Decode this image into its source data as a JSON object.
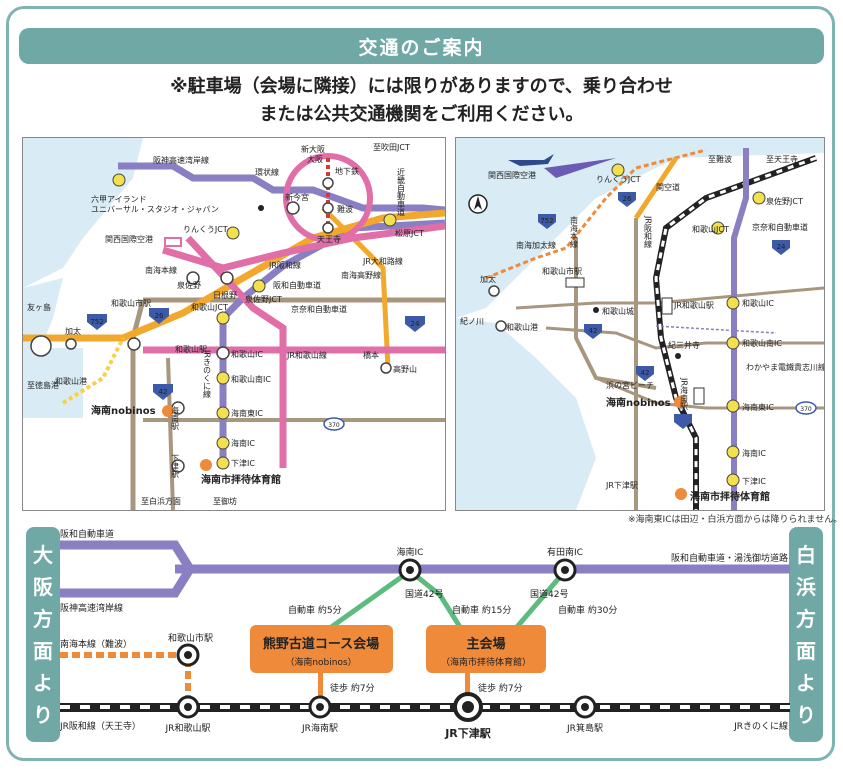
{
  "header": {
    "title": "交通のご案内",
    "notice_line1": "※駐車場（会場に隣接）には限りがありますので、乗り合わせ",
    "notice_line2": "または公共交通機関をご利用ください。"
  },
  "map1": {
    "labels": {
      "hanshin_highway": "阪神高速湾岸線",
      "loop": "環状線",
      "shin_osaka": "新大阪",
      "osaka": "大阪",
      "subway": "地下鉄",
      "shinimamiya": "新今宮",
      "namba": "難波",
      "tennoji": "天王寺",
      "suita_jct": "至吹田JCT",
      "kinki_expwy": "近畿自動車道",
      "matsubara_jct": "松原JCT",
      "rokko_island": "六甲アイランド",
      "usj": "ユニバーサル・スタジオ・ジャパン",
      "kix": "関西国際空港",
      "rinku_jct": "りんくうJCT",
      "jr_yamatoji": "JR大和路線",
      "nankai_main": "南海本線",
      "izumisano": "泉佐野",
      "jr_hanwa": "JR阪和線",
      "hanwa_expwy": "阪和自動車道",
      "nankai_koya": "南海高野線",
      "hineno": "日根野",
      "izumisano_jct": "泉佐野JCT",
      "keiwa_expwy": "京奈和自動車道",
      "tomogashima": "友ヶ島",
      "kada": "加太",
      "wakayamashi_st": "和歌山市駅",
      "wakayama_jct": "和歌山JCT",
      "r752": "752",
      "r26": "26",
      "r24": "24",
      "wakayama_port": "和歌山港",
      "to_tokushima": "至徳島港",
      "wakayama_st": "和歌山駅",
      "wakayama_ic": "和歌山IC",
      "jr_wakayama_line": "JR和歌山線",
      "hashimoto": "橋本",
      "koyasan": "高野山",
      "jr_kinokuni": "JRきのくに線",
      "wakayama_minami_ic": "和歌山南IC",
      "r42": "42",
      "kainan_nobinos": "海南nobinos",
      "kainan_st": "海南駅",
      "kainan_higashi_ic": "海南東IC",
      "r370": "370",
      "kainan_ic": "海南IC",
      "shimotsu_st": "下津駅",
      "shimotsu_ic": "下津IC",
      "gym": "海南市拝待体育館",
      "to_shirahama": "至白浜方面",
      "to_gobo": "至御坊"
    }
  },
  "map2": {
    "labels": {
      "kix": "関西国際空港",
      "rinku_jct": "りんくうJCT",
      "to_namba": "至難波",
      "to_tennoji": "至天王寺",
      "kankuu_road": "関空道",
      "izumisano_jct": "泉佐野JCT",
      "jr_hanwa": "JR阪和線",
      "r26": "26",
      "nankai_main": "南海本線",
      "nankai_kada": "南海加太線",
      "r752": "752",
      "kada": "加太",
      "wakayamashi_st": "和歌山市駅",
      "wakayama_jct": "和歌山JCT",
      "keiwa_expwy": "京奈和自動車道",
      "r24": "24",
      "kinokawa": "紀ノ川",
      "wakayama_port": "和歌山港",
      "wakayama_castle": "和歌山城",
      "jr_wakayama_st": "JR和歌山駅",
      "wakayama_ic": "和歌山IC",
      "r42a": "42",
      "kimiidera": "紀三井寺",
      "wakayama_minami_ic": "和歌山南IC",
      "hamanomiya": "浜の宮ビーチ",
      "wakayama_dentetsu": "わかやま電鐵貴志川線",
      "r42b": "42",
      "jr_kainan": "JR海南駅",
      "kainan_nobinos": "海南nobinos",
      "kainan_higashi_ic": "海南東IC",
      "r370": "370",
      "kainan_ic": "海南IC",
      "shimotsu_ic": "下津IC",
      "jr_shimotsu": "JR下津駅",
      "gym": "海南市拝待体育館"
    },
    "footnote": "※海南東ICは田辺・白浜方面からは降りられません。"
  },
  "diagram": {
    "left_tab": [
      "大",
      "阪",
      "方",
      "面",
      "よ",
      "り"
    ],
    "right_tab": [
      "白",
      "浜",
      "方",
      "面",
      "よ",
      "り"
    ],
    "hanwa_expwy": "阪和自動車道",
    "hanshin_wangan": "阪神高速湾岸線",
    "right_expwy": "阪和自動車道・湯浅御坊道路",
    "kainan_ic": "海南IC",
    "aridaminami_ic": "有田南IC",
    "car_5": "自動車 約5分",
    "route42_a": "国道42号",
    "car_15": "自動車 約15分",
    "route42_b": "国道42号",
    "car_30": "自動車 約30分",
    "nankai_main": "南海本線（難波）",
    "wakayamashi_st": "和歌山市駅",
    "venue1_name": "熊野古道コース会場",
    "venue1_sub": "（海南nobinos）",
    "venue2_name": "主会場",
    "venue2_sub": "（海南市拝待体育館）",
    "walk_7a": "徒歩 約7分",
    "walk_7b": "徒歩 約7分",
    "jr_hanwa": "JR阪和線（天王寺）",
    "jr_wakayama_st": "JR和歌山駅",
    "jr_kainan_st": "JR海南駅",
    "jr_shimotsu_st": "JR下津駅",
    "jr_minoshima_st": "JR箕島駅",
    "jr_kinokuni": "JRきのくに線"
  }
}
